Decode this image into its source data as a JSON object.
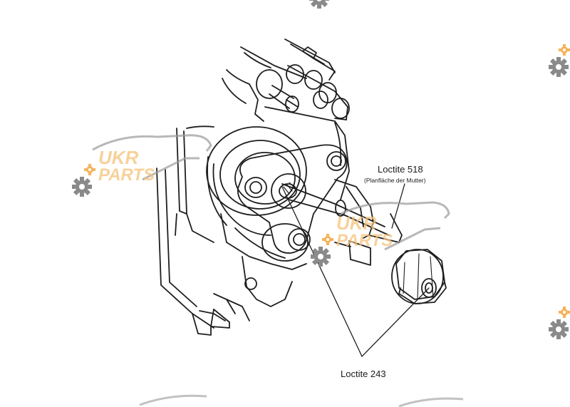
{
  "labels": {
    "loctite_518": "Loctite 518",
    "loctite_518_note": "(Planfläche der Mutter)",
    "loctite_243": "Loctite 243"
  },
  "watermark": {
    "line1": "UKR",
    "line2": "PARTS",
    "color": "#f6c27a",
    "gear_color": "#8a8a8a"
  },
  "icons": [
    "gear-icon",
    "car-outline-icon"
  ]
}
